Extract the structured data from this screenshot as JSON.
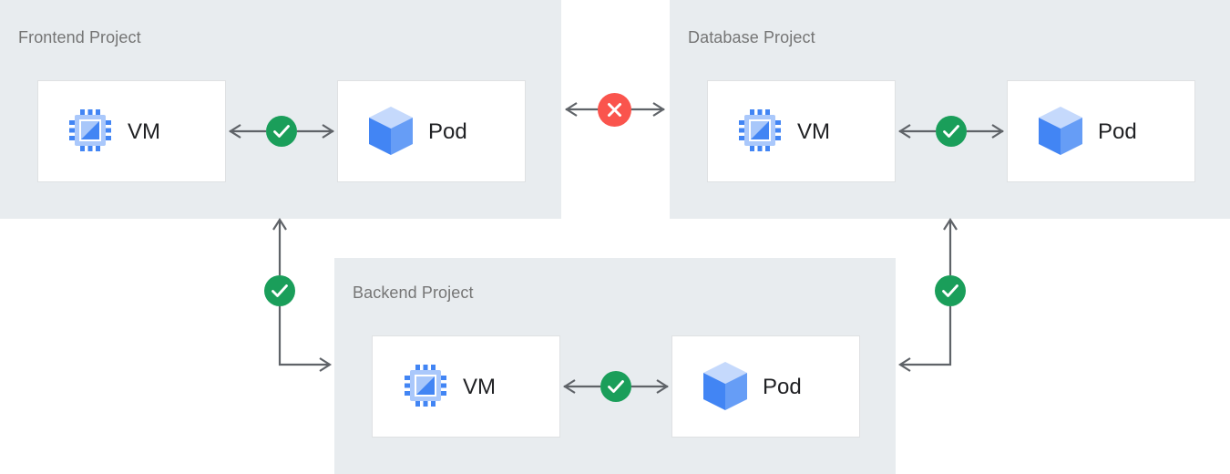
{
  "diagram": {
    "title_color": "#757575",
    "panel_color": "#e8ecef",
    "card_color": "#ffffff",
    "card_border_color": "#dfe1e3",
    "connector_color": "#5f6368",
    "ok_color": "#1a9e5a",
    "error_color": "#fa544d",
    "label_color": "#202124",
    "vm_icon_color": "#4285f4",
    "pod_icon_color": "#4285f4"
  },
  "panels": [
    {
      "id": "frontend",
      "title": "Frontend Project",
      "resources": [
        {
          "id": "frontend-vm",
          "label": "VM",
          "icon": "vm-chip-icon"
        },
        {
          "id": "frontend-pod",
          "label": "Pod",
          "icon": "pod-cube-icon"
        }
      ]
    },
    {
      "id": "database",
      "title": "Database Project",
      "resources": [
        {
          "id": "database-vm",
          "label": "VM",
          "icon": "vm-chip-icon"
        },
        {
          "id": "database-pod",
          "label": "Pod",
          "icon": "pod-cube-icon"
        }
      ]
    },
    {
      "id": "backend",
      "title": "Backend Project",
      "resources": [
        {
          "id": "backend-vm",
          "label": "VM",
          "icon": "vm-chip-icon"
        },
        {
          "id": "backend-pod",
          "label": "Pod",
          "icon": "pod-cube-icon"
        }
      ]
    }
  ],
  "connections": [
    {
      "id": "frontend-internal",
      "status": "allowed",
      "icon": "check-circle-icon",
      "from": "frontend-vm",
      "to": "frontend-pod"
    },
    {
      "id": "database-internal",
      "status": "allowed",
      "icon": "check-circle-icon",
      "from": "database-vm",
      "to": "database-pod"
    },
    {
      "id": "backend-internal",
      "status": "allowed",
      "icon": "check-circle-icon",
      "from": "backend-vm",
      "to": "backend-pod"
    },
    {
      "id": "frontend-database",
      "status": "blocked",
      "icon": "x-circle-icon",
      "from": "frontend",
      "to": "database"
    },
    {
      "id": "frontend-backend",
      "status": "allowed",
      "icon": "check-circle-icon",
      "from": "frontend",
      "to": "backend"
    },
    {
      "id": "database-backend",
      "status": "allowed",
      "icon": "check-circle-icon",
      "from": "database",
      "to": "backend"
    }
  ]
}
